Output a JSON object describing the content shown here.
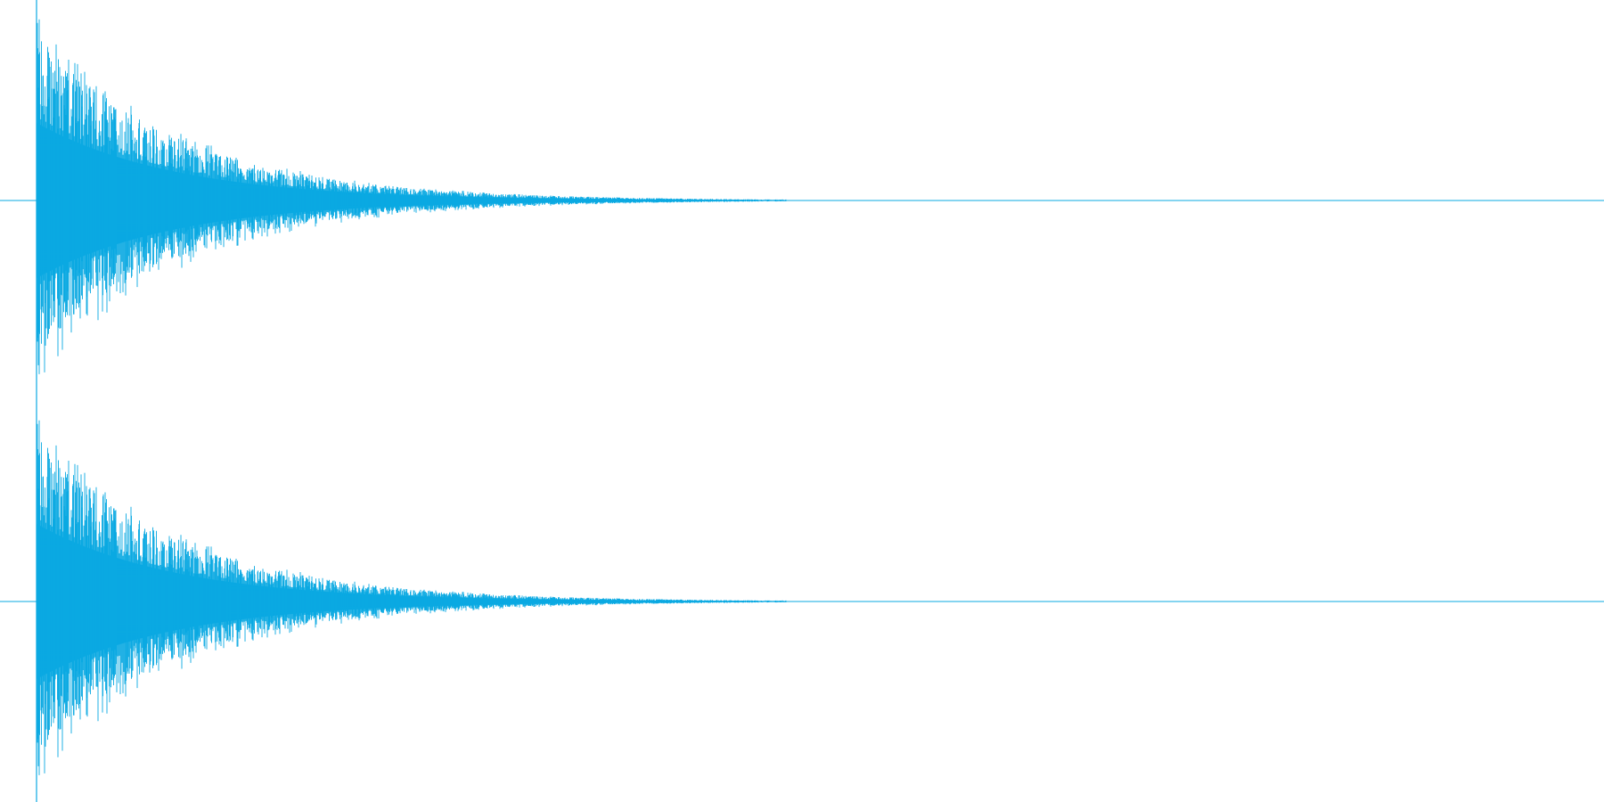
{
  "colors": {
    "waveform": "#0aa9e2",
    "background": "#ffffff"
  },
  "chart_data": {
    "type": "area",
    "description_kind": "stereo audio waveform",
    "title": "",
    "xlabel": "",
    "ylabel": "",
    "x_range": [
      0,
      1
    ],
    "ylim": [
      -1,
      1
    ],
    "grid": false,
    "legend": "none",
    "series": [
      {
        "channel": 1,
        "attack_position": 0.023,
        "peak_amplitude": 0.92,
        "decay_rate": 5.2,
        "silence_after": 0.49
      },
      {
        "channel": 2,
        "attack_position": 0.023,
        "peak_amplitude": 0.92,
        "decay_rate": 5.2,
        "silence_after": 0.49
      }
    ]
  }
}
